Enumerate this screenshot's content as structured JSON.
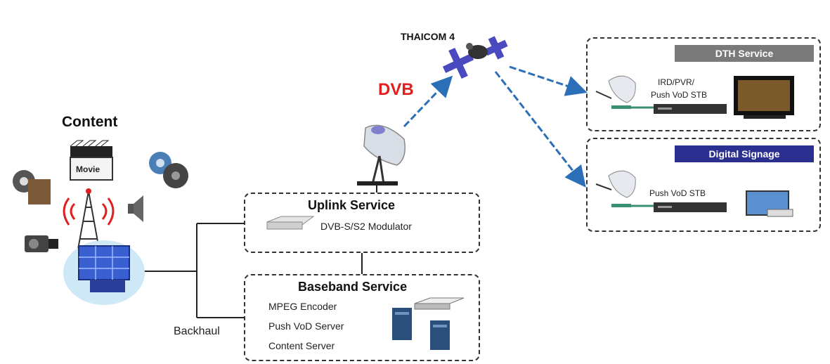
{
  "content": {
    "title": "Content",
    "movie_label": "Movie"
  },
  "satellite": {
    "name": "THAICOM 4",
    "protocol": "DVB"
  },
  "uplink": {
    "title": "Uplink Service",
    "device": "DVB-S/S2 Modulator"
  },
  "baseband": {
    "title": "Baseband Service",
    "items": [
      "MPEG Encoder",
      "Push VoD Server",
      "Content Server"
    ]
  },
  "backhaul_label": "Backhaul",
  "dth": {
    "title": "DTH Service",
    "device_line1": "IRD/PVR/",
    "device_line2": "Push VoD STB"
  },
  "signage": {
    "title": "Digital Signage",
    "device": "Push VoD STB"
  },
  "colors": {
    "arrow": "#2a6fb8",
    "dvb": "#e02020",
    "dth_bar": "#7a7a7a",
    "signage_bar": "#2b2f8f",
    "satellite": "#4a4ac0"
  }
}
